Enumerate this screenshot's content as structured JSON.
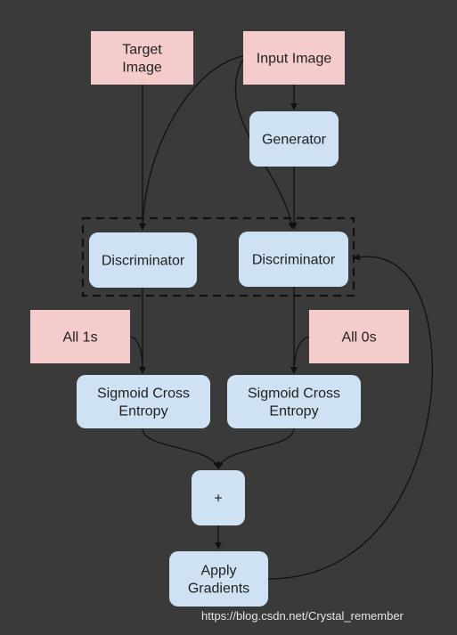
{
  "colors": {
    "background": "#3a3a3a",
    "input_node": "#f4cccc",
    "process_node": "#cfe2f3",
    "edge": "#111111"
  },
  "nodes": {
    "target_image": [
      "Target",
      "Image"
    ],
    "input_image": [
      "Input Image"
    ],
    "generator": [
      "Generator"
    ],
    "discriminator_left": [
      "Discriminator"
    ],
    "discriminator_right": [
      "Discriminator"
    ],
    "all_1s": [
      "All 1s"
    ],
    "all_0s": [
      "All 0s"
    ],
    "sigmoid_left": [
      "Sigmoid Cross",
      "Entropy"
    ],
    "sigmoid_right": [
      "Sigmoid Cross",
      "Entropy"
    ],
    "plus": [
      "+"
    ],
    "apply_gradients": [
      "Apply",
      "Gradients"
    ]
  },
  "watermark": "https://blog.csdn.net/Crystal_remember"
}
